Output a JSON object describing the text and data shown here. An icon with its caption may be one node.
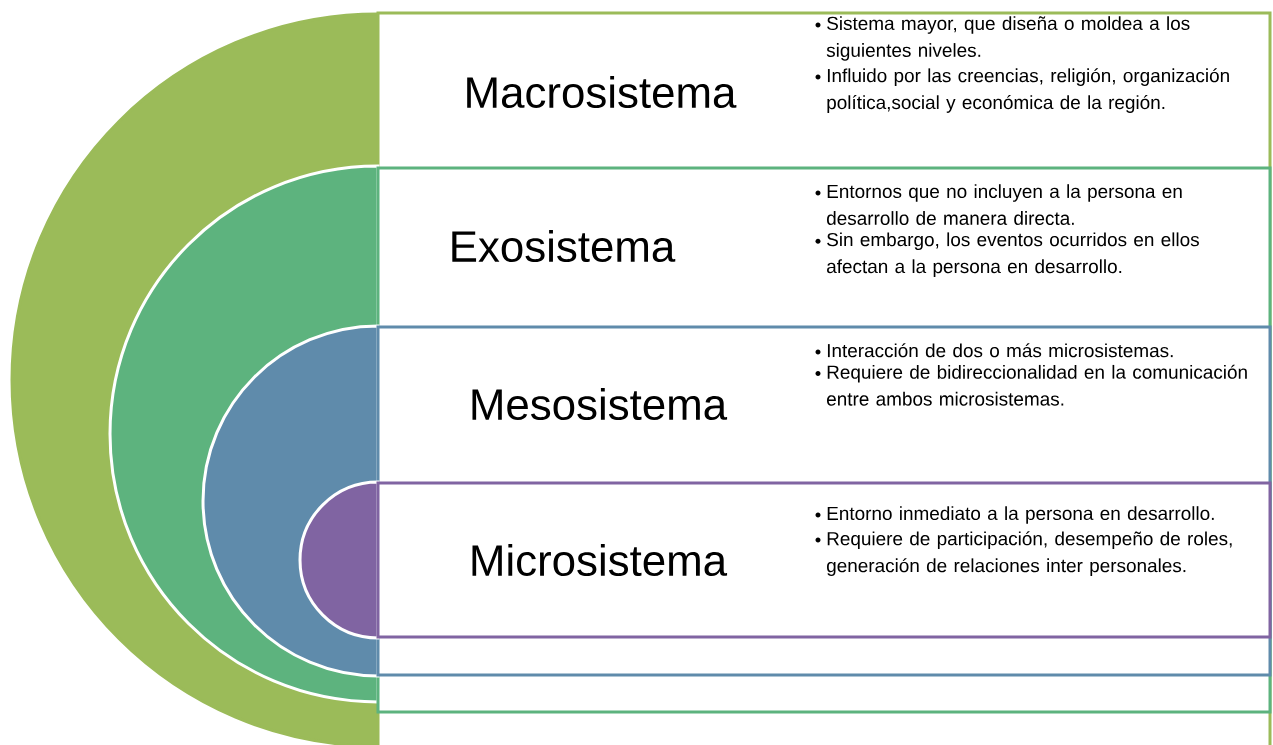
{
  "diagram": {
    "nodes": [
      {
        "text": [
          "Macrosistema",
          "Sistema mayor, que diseña o moldea a los siguientes niveles.",
          "Influido por las creencias, religión, organización política,social  y económica de la región."
        ]
      },
      {
        "text": [
          "Exosistema",
          "Entornos que no incluyen a la persona en desarrollo de manera directa.",
          "Sin embargo, los eventos ocurridos en ellos afectan a la persona en desarrollo."
        ],
        "in": 0
      },
      {
        "text": [
          "Mesosistema",
          "Interacción de dos o más microsistemas.",
          "Requiere de bidireccionalidad  en la comunicación entre ambos microsistemas."
        ],
        "in": 1
      },
      {
        "text": [
          "Microsistema",
          "Entorno inmediato a la persona en desarrollo.",
          "Requiere de participación, desempeño de roles, generación de relaciones inter personales."
        ],
        "in": 2
      }
    ]
  }
}
